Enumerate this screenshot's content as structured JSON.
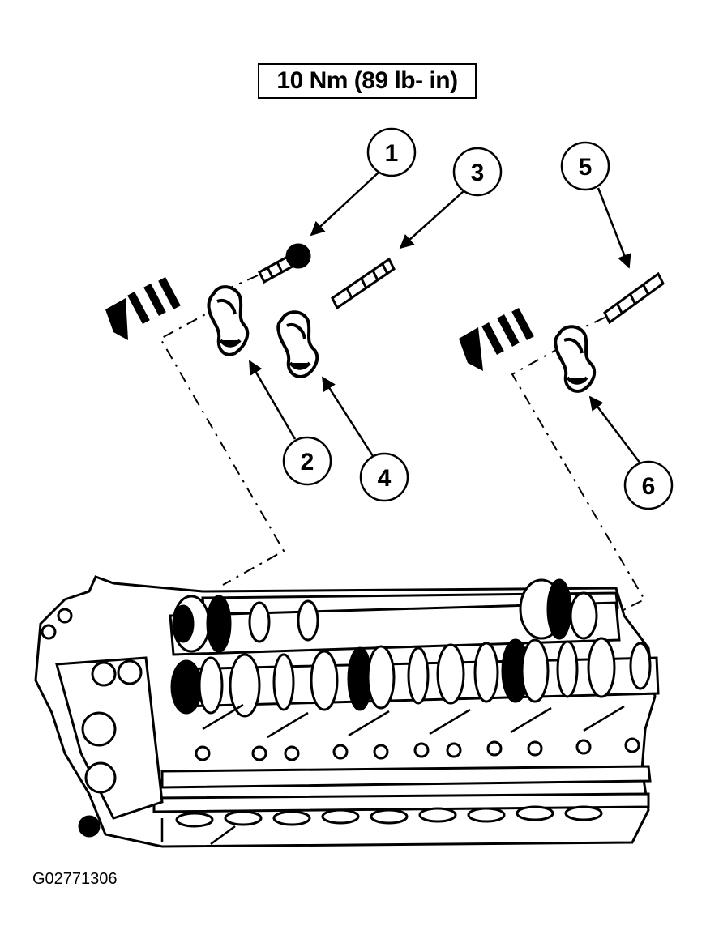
{
  "torque_spec": "10 Nm (89 lb- in)",
  "callouts": [
    {
      "id": "callout-1",
      "label": "1"
    },
    {
      "id": "callout-2",
      "label": "2"
    },
    {
      "id": "callout-3",
      "label": "3"
    },
    {
      "id": "callout-4",
      "label": "4"
    },
    {
      "id": "callout-5",
      "label": "5"
    },
    {
      "id": "callout-6",
      "label": "6"
    }
  ],
  "figure_id": "G02771306",
  "colors": {
    "ink": "#000000",
    "paper": "#ffffff"
  }
}
